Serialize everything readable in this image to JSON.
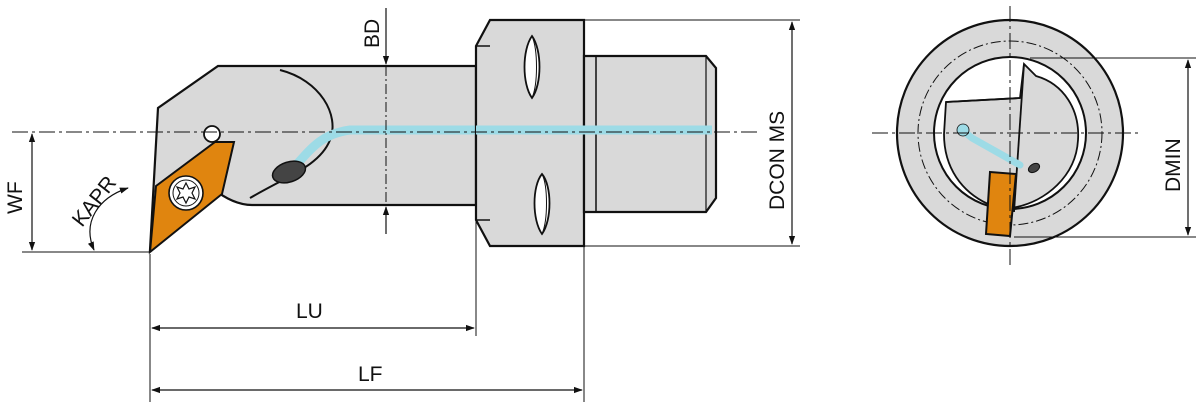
{
  "colors": {
    "body_fill": "#d9d9d9",
    "outline": "#111111",
    "coolant": "#9ddbe6",
    "insert": "#e0850f",
    "background": "#ffffff"
  },
  "labels": {
    "bd": "BD",
    "dcon_ms": "DCON MS",
    "wf": "WF",
    "kapr": "KAPR",
    "lu": "LU",
    "lf": "LF",
    "dmin": "DMIN"
  },
  "icons": {
    "insert_screw": "torx-screw-icon",
    "arrowheads": "arrowhead-icon"
  }
}
